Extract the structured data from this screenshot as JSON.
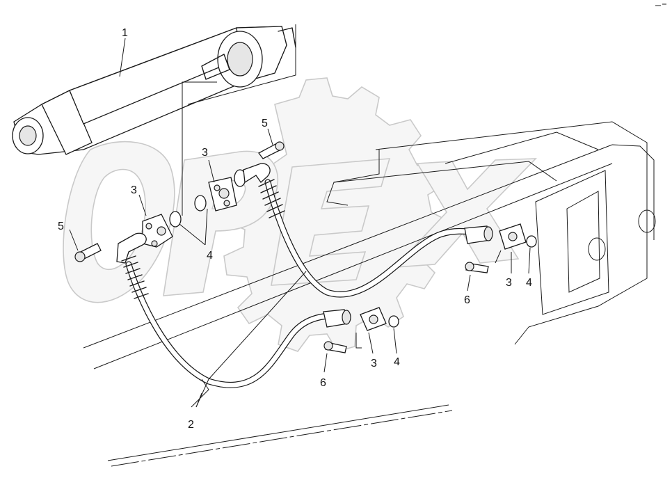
{
  "diagram": {
    "callouts": [
      {
        "id": "c1",
        "label": "1"
      },
      {
        "id": "c2",
        "label": "2"
      },
      {
        "id": "c3a",
        "label": "3"
      },
      {
        "id": "c3b",
        "label": "3"
      },
      {
        "id": "c3c",
        "label": "3"
      },
      {
        "id": "c3d",
        "label": "3"
      },
      {
        "id": "c4a",
        "label": "4"
      },
      {
        "id": "c4b",
        "label": "4"
      },
      {
        "id": "c4c",
        "label": "4"
      },
      {
        "id": "c5a",
        "label": "5"
      },
      {
        "id": "c5b",
        "label": "5"
      },
      {
        "id": "c6a",
        "label": "6"
      },
      {
        "id": "c6b",
        "label": "6"
      }
    ],
    "watermark_text": "OPEX",
    "colors": {
      "line": "#1a1a1a",
      "watermark": "#c9c9c9",
      "background": "#ffffff"
    }
  }
}
